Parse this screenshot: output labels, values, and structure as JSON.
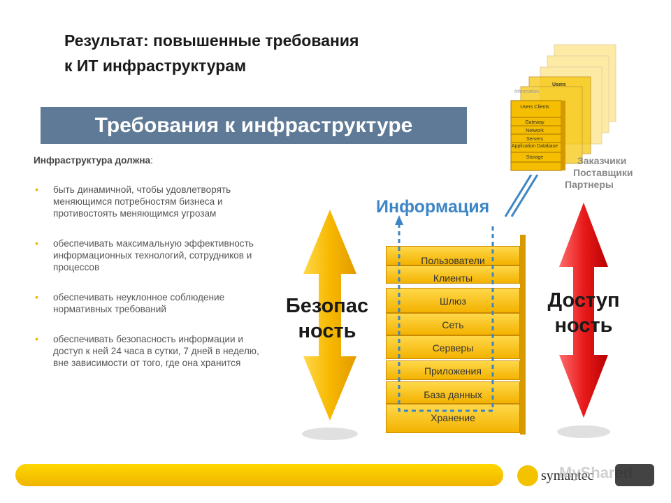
{
  "slide": {
    "title_line1": "Результат: повышенные требования",
    "title_line2": "к ИТ инфраструктурам"
  },
  "banner": {
    "text": "Требования к инфраструктуре"
  },
  "left": {
    "intro_bold": "Инфраструктура должна",
    "intro_suffix": ":",
    "bullets": [
      "быть динамичной, чтобы удовлетворять меняющимся потребностям бизнеса и противостоять меняющимся угрозам",
      "обеспечивать максимальную эффективность информационных технологий, сотрудников и процессов",
      "обеспечивать неуклонное соблюдение нормативных требований",
      "обеспечивать безопасность информации и доступ к ней 24 часа в сутки, 7 дней в неделю, вне зависимости от того, где она хранится"
    ]
  },
  "diagram": {
    "info_label": "Информация",
    "security_line1": "Безопас",
    "security_line2": "ность",
    "access_line1": "Доступ",
    "access_line2": "ность",
    "stack": [
      "Пользователи",
      "Клиенты",
      "Шлюз",
      "Сеть",
      "Серверы",
      "Приложения",
      "База данных",
      "Хранение"
    ],
    "groups": [
      "Заказчики",
      "Поставщики",
      "Партнеры"
    ],
    "mini_stack": [
      "Information",
      "Users",
      "Users Clients",
      "Gateway",
      "Network",
      "Servers",
      "Application Database",
      "Storage"
    ]
  },
  "footer": {
    "brand": "symantec",
    "watermark": "MyShared"
  },
  "colors": {
    "banner": "#5f7a96",
    "accent_blue": "#3d86c6",
    "yellow": "#f3b200",
    "red": "#e21a1a"
  }
}
